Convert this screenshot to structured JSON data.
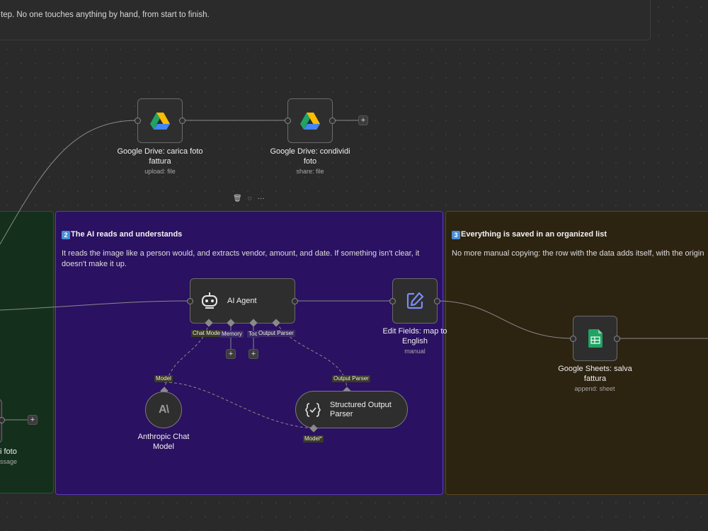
{
  "top_note": {
    "text": "tep. No one touches anything by hand, from start to finish."
  },
  "sticky_purple": {
    "badge": "2",
    "title": "The AI reads and understands",
    "body": "It reads the image like a person would, and extracts vendor, amount, and date. If something isn't clear, it doesn't make it up."
  },
  "sticky_brown": {
    "badge": "3",
    "title": "Everything is saved in an organized list",
    "body": "No more manual copying: the row with the data adds itself, with the origin"
  },
  "nodes": {
    "drive_upload": {
      "title": "Google Drive: carica foto fattura",
      "subtitle": "upload: file"
    },
    "drive_share": {
      "title": "Google Drive: condividi foto",
      "subtitle": "share: file"
    },
    "ai_agent": {
      "title": "AI Agent"
    },
    "edit_fields": {
      "title": "Edit Fields: map to English",
      "subtitle": "manual"
    },
    "sheets": {
      "title": "Google Sheets: salva fattura",
      "subtitle": "append: sheet"
    },
    "anthropic": {
      "title": "Anthropic Chat Model"
    },
    "parser": {
      "title": "Structured Output Parser"
    },
    "left_partial": {
      "title": "i foto",
      "subtitle": "ssage"
    }
  },
  "ports": {
    "chat_model": "Chat Model",
    "memory": "Memory",
    "tool": "Tool",
    "output_parser": "Output Parser",
    "model_in": "Model",
    "output_parser_in": "Output Parser",
    "model_required": "Model*"
  },
  "toolbar": {
    "delete": "🗑",
    "color": "◌",
    "more": "···"
  },
  "colors": {
    "sticky_green": "#14301c",
    "sticky_purple": "#2a1161",
    "sticky_brown": "#2d2311",
    "edit_icon": "#7c8cf5",
    "sheets_green": "#1fa463"
  }
}
